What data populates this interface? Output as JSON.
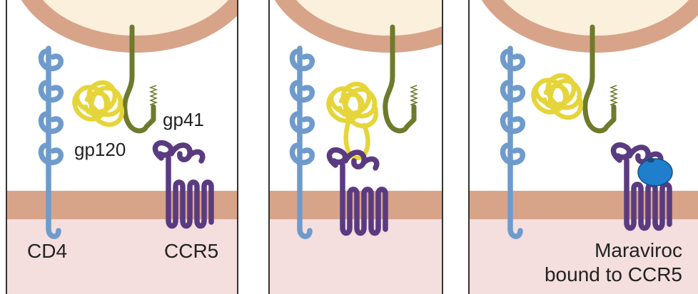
{
  "panels": [
    {
      "id": "attachment",
      "labels": {
        "gp41": "gp41",
        "gp120": "gp120",
        "cd4": "CD4",
        "ccr5": "CCR5"
      }
    },
    {
      "id": "coreceptor-binding",
      "labels": {}
    },
    {
      "id": "maraviroc-blocked",
      "labels": {
        "maraviroc_line1": "Maraviroc",
        "maraviroc_line2": "bound to CCR5"
      }
    }
  ],
  "colors": {
    "virus_membrane": "#d8a489",
    "virus_interior": "#fbf0dc",
    "cell_membrane": "#d8a489",
    "cell_interior": "#f4dede",
    "cd4": "#6f9bcc",
    "gp120": "#e6d53a",
    "gp41": "#6f7a2c",
    "ccr5": "#5a3b80",
    "maraviroc": "#1f7fcc",
    "frame": "#333333",
    "text": "#222222"
  }
}
